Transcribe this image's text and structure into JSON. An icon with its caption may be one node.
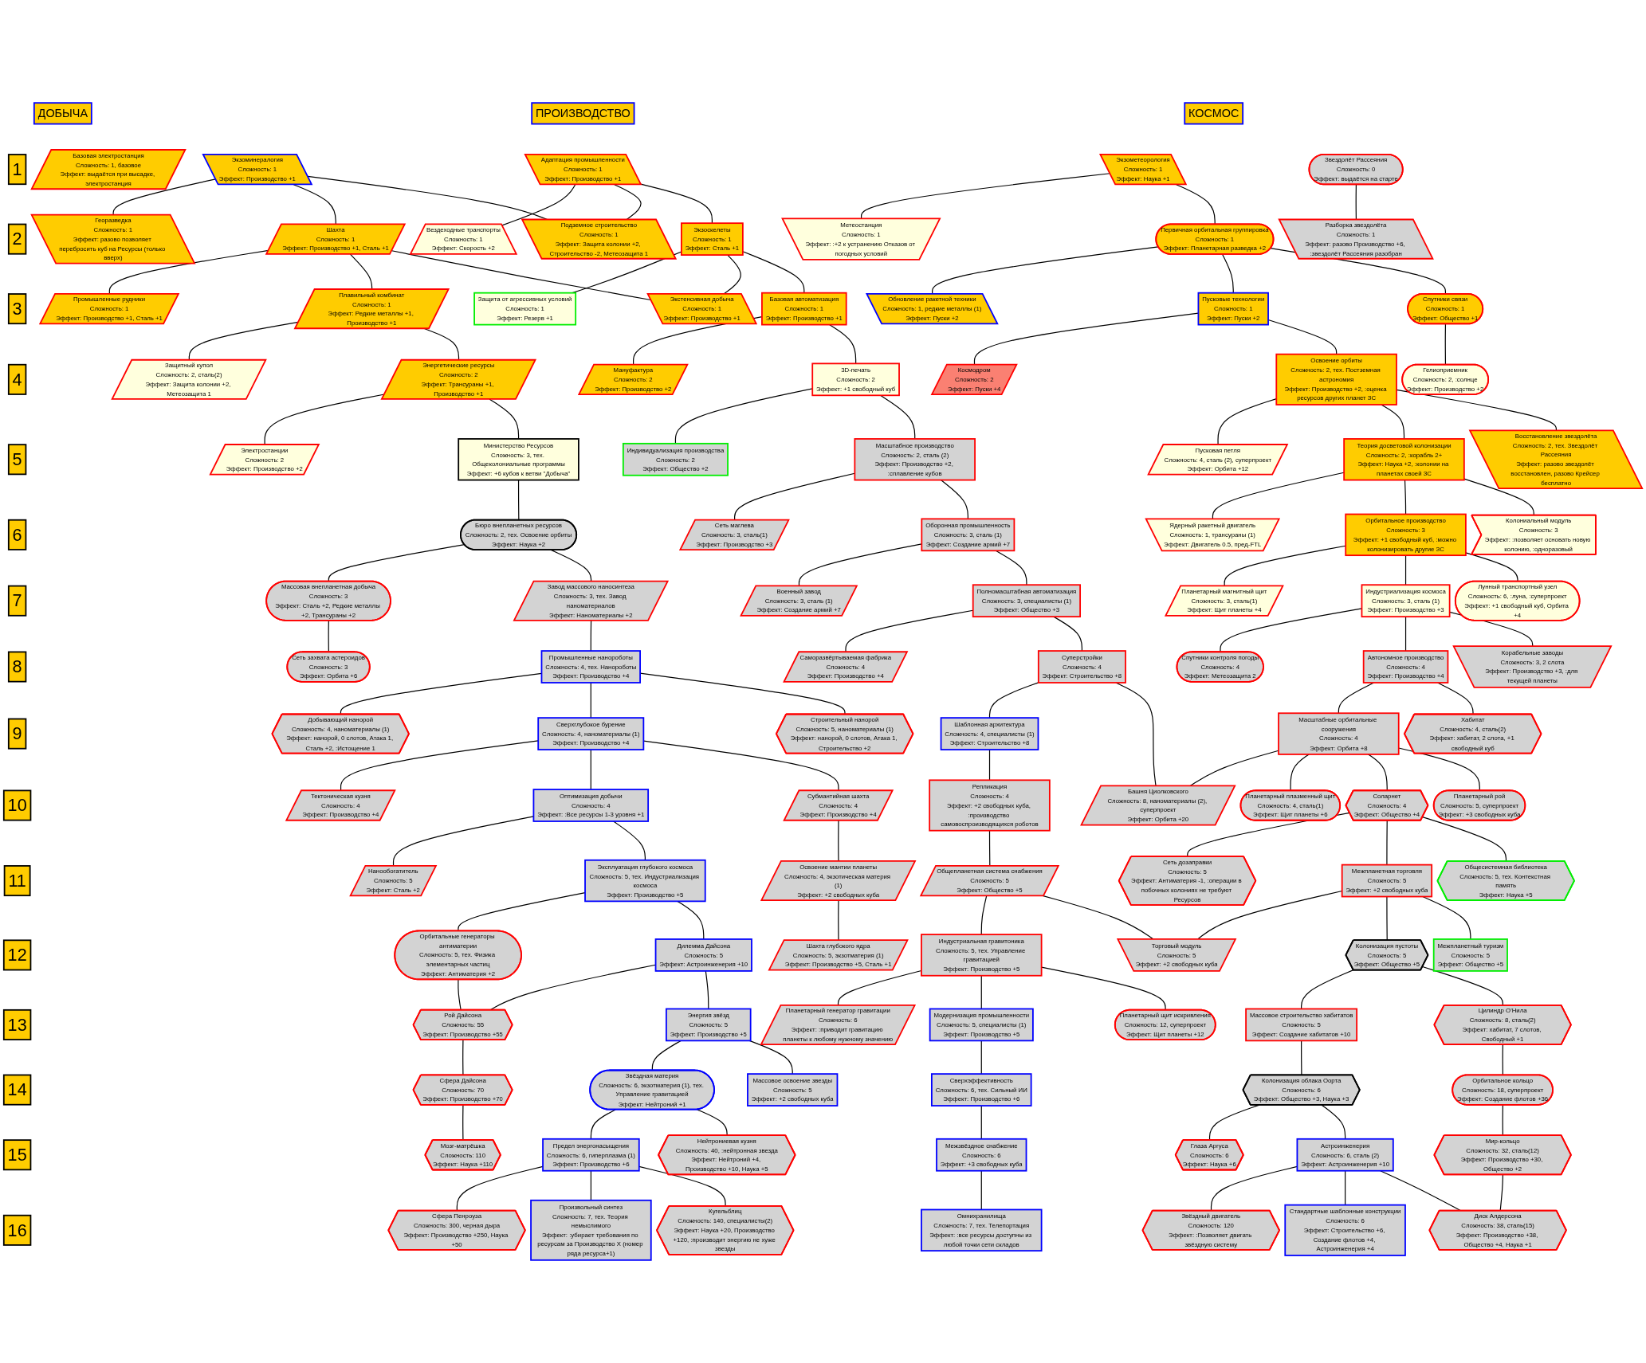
{
  "diagram": {
    "nodes": [
      {
        "text": [
          "ДОБЫЧА"
        ]
      },
      {
        "text": [
          "ПРОИЗВОДСТВО"
        ]
      },
      {
        "text": [
          "КОСМОС"
        ]
      },
      {
        "text": [
          "1"
        ]
      },
      {
        "text": [
          "Базовая электростанция",
          "Сложность: 1, базовое",
          "Эффект: выдаётся при высадке, электростанция"
        ]
      },
      {
        "text": [
          "Экзоминералогия",
          "Сложность: 1",
          "Эффект: Производство +1"
        ]
      },
      {
        "text": [
          "Вездеходные транспорты",
          "Сложность: 1",
          "Эффект: Скорость +2"
        ]
      },
      {
        "text": [
          "Адаптация промышленности",
          "Сложность: 1",
          "Эффект: Производство +1"
        ]
      },
      {
        "text": [
          "Метеостанция",
          "Сложность: 1",
          "Эффект: :+2 к устранению Отказов от погодных условий"
        ]
      },
      {
        "text": [
          "Экзометеорология",
          "Сложность: 1",
          "Эффект: Наука +1"
        ]
      },
      {
        "text": [
          "Звездолёт Рассеяния",
          "Сложность: 0",
          "Эффект: выдаётся на старте"
        ]
      },
      {
        "text": [
          "2"
        ]
      },
      {
        "text": [
          "Георазведка",
          "Сложность: 1",
          "Эффект: разово позволяет перебросить куб на Ресурсы (только вверх)"
        ]
      },
      {
        "text": [
          "Шахта",
          "Сложность: 1",
          "Эффект: Производство +1, Сталь +1"
        ]
      },
      {
        "text": [
          "Подземное строительство",
          "Сложность: 1",
          "Эффект: Защита колонии +2, Строительство -2, Метеозащита 1"
        ]
      },
      {
        "text": [
          "Экзоскелеты",
          "Сложность: 1",
          "Эффект: Сталь +1"
        ]
      },
      {
        "text": [
          "Защита от агрессивных условий",
          "Сложность: 1",
          "Эффект: Резерв +1"
        ]
      },
      {
        "text": [
          "Первичная орбитальная группировка",
          "Сложность: 1",
          "Эффект: Планетарная разведка +2"
        ]
      },
      {
        "text": [
          "Разборка звездолёта",
          "Сложность: 1",
          "Эффект: разово Производство +6, :звездолёт Рассеяния разобран"
        ]
      },
      {
        "text": [
          "3"
        ]
      },
      {
        "text": [
          "Промышленные рудники",
          "Сложность: 1",
          "Эффект: Производство +1, Сталь +1"
        ]
      },
      {
        "text": [
          "Плавильный комбинат",
          "Сложность: 1",
          "Эффект: Редкие металлы +1, Производство +1"
        ]
      },
      {
        "text": [
          "Экстенсивная добыча",
          "Сложность: 1",
          "Эффект: Производство +1"
        ]
      },
      {
        "text": [
          "Базовая автоматизация",
          "Сложность: 1",
          "Эффект: Производство +1"
        ]
      },
      {
        "text": [
          "Обновление ракетной техники",
          "Сложность: 1, редкие металлы (1)",
          "Эффект: Пуски +2"
        ]
      },
      {
        "text": [
          "Пусковые технологии",
          "Сложность: 1",
          "Эффект: Пуски +2"
        ]
      },
      {
        "text": [
          "Спутники связи",
          "Сложность: 1",
          "Эффект: Общество +1"
        ]
      },
      {
        "text": [
          "4"
        ]
      },
      {
        "text": [
          "Защитный купол",
          "Сложность: 2, сталь(2)",
          "Эффект: Защита колонии +2, Метеозащита 1"
        ]
      },
      {
        "text": [
          "Энергетические ресурсы",
          "Сложность: 2",
          "Эффект: Трансураны +1, Производство +1"
        ]
      },
      {
        "text": [
          "Мануфактура",
          "Сложность: 2",
          "Эффект: Производство +2"
        ]
      },
      {
        "text": [
          "3D-печать",
          "Сложность: 2",
          "Эффект: +1 свободный куб"
        ]
      },
      {
        "text": [
          "Космодром",
          "Сложность: 2",
          "Эффект: Пуски +4"
        ]
      },
      {
        "text": [
          "Освоение орбиты",
          "Сложность: 2, тех. Постземная астрономия",
          "Эффект: Производство +2, :оценка ресурсов других планет ЗС"
        ]
      },
      {
        "text": [
          "Гелиоприемник",
          "Сложность: 2, :солнце",
          "Эффект: Производство +2"
        ]
      },
      {
        "text": [
          "5"
        ]
      },
      {
        "text": [
          "Электростанции",
          "Сложность: 2",
          "Эффект: Производство +2"
        ]
      },
      {
        "text": [
          "Министерство Ресурсов",
          "Сложность: 3, тех. Общеколониальные программы",
          "Эффект: +6 кубов к ветви \"Добыча\""
        ]
      },
      {
        "text": [
          "Индивидуализация производства",
          "Сложность: 2",
          "Эффект: Общество +2"
        ]
      },
      {
        "text": [
          "Масштабное производство",
          "Сложность: 2, сталь (2)",
          "Эффект: Производство +2, :сплавление кубов"
        ]
      },
      {
        "text": [
          "Пусковая петля",
          "Сложность: 4, сталь (2), суперпроект",
          "Эффект: Орбита +12"
        ]
      },
      {
        "text": [
          "Теория досветовой колонизации",
          "Сложность: 2, :корабль 2+",
          "Эффект: Наука +2, :колонии на планетах своей ЗС"
        ]
      },
      {
        "text": [
          "Восстановление звездолёта",
          "Сложность: 2, тех. Звездолёт Рассеяния",
          "Эффект: разово звездолёт восстановлен, разово Крейсер бесплатно"
        ]
      },
      {
        "text": [
          "6"
        ]
      },
      {
        "text": [
          "Бюро внепланетных ресурсов",
          "Сложность: 2, тех. Освоение орбиты",
          "Эффект: Наука +2"
        ]
      },
      {
        "text": [
          "Сеть маглева",
          "Сложность: 3, сталь(1)",
          "Эффект: Производство +3"
        ]
      },
      {
        "text": [
          "Оборонная промышленность",
          "Сложность: 3, сталь (1)",
          "Эффект: Создание армий +7"
        ]
      },
      {
        "text": [
          "Ядерный ракетный двигатель",
          "Сложность: 1, трансураны (1)",
          "Эффект: Двигатель 0.5, пред-FTL"
        ]
      },
      {
        "text": [
          "Орбитальное производство",
          "Сложность: 3",
          "Эффект: +1 свободный куб, :можно колонизировать другие ЗС"
        ]
      },
      {
        "text": [
          "Колониальный модуль",
          "Сложность: 3",
          "Эффект: :позволяет основать новую колонию, :одноразовый"
        ]
      },
      {
        "text": [
          "7"
        ]
      },
      {
        "text": [
          "Массовая внепланетная добыча",
          "Сложность: 3",
          "Эффект: Сталь +2, Редкие металлы +2, Трансураны +2"
        ]
      },
      {
        "text": [
          "Завод массового наносинтеза",
          "Сложность: 3, тех. Завод наноматериалов",
          "Эффект: Наноматериалы +2"
        ]
      },
      {
        "text": [
          "Военный завод",
          "Сложность: 3, сталь (1)",
          "Эффект: Создание армий +7"
        ]
      },
      {
        "text": [
          "Полномасштабная автоматизация",
          "Сложность: 3, специалисты (1)",
          "Эффект: Общество +3"
        ]
      },
      {
        "text": [
          "Планетарный магнитный щит",
          "Сложность: 3, сталь(1)",
          "Эффект: Щит планеты +4"
        ]
      },
      {
        "text": [
          "Индустриализация космоса",
          "Сложность: 3, сталь (1)",
          "Эффект: Производство +3"
        ]
      },
      {
        "text": [
          "Лунный транспортный узел",
          "Сложность: 6, :луна, :суперпроект",
          "Эффект: +1 свободный куб, Орбита +4"
        ]
      },
      {
        "text": [
          "8"
        ]
      },
      {
        "text": [
          "Сеть захвата астероидов",
          "Сложность: 3",
          "Эффект: Орбита +6"
        ]
      },
      {
        "text": [
          "Промышленные нанороботы",
          "Сложность: 4, тех. Нанороботы",
          "Эффект: Производство +4"
        ]
      },
      {
        "text": [
          "Саморазвёртываемая фабрика",
          "Сложность: 4",
          "Эффект: Производство +4"
        ]
      },
      {
        "text": [
          "Суперстройки",
          "Сложность: 4",
          "Эффект: Строительство +8"
        ]
      },
      {
        "text": [
          "Спутники контроля погоды",
          "Сложность: 4",
          "Эффект: Метеозащита 2"
        ]
      },
      {
        "text": [
          "Автономное производство",
          "Сложность: 4",
          "Эффект: Производство +4"
        ]
      },
      {
        "text": [
          "Корабельные заводы",
          "Сложность: 3, 2 слота",
          "Эффект: Производство +3, :для текущей планеты"
        ]
      },
      {
        "text": [
          "9"
        ]
      },
      {
        "text": [
          "Добывающий нанорой",
          "Сложность: 4, наноматериалы (1)",
          "Эффект: нанорой, 0 слотов, Атака 1, Сталь +2, :Истощение 1"
        ]
      },
      {
        "text": [
          "Сверхглубокое бурение",
          "Сложность: 4, наноматериалы (1)",
          "Эффект: Производство +4"
        ]
      },
      {
        "text": [
          "Строительный нанорой",
          "Сложность: 5, наноматериалы (1)",
          "Эффект: нанорой, 0 слотов, Атака 1, Строительство +2"
        ]
      },
      {
        "text": [
          "Шаблонная архитектура",
          "Сложность: 4, специалисты (1)",
          "Эффект: Строительство +8"
        ]
      },
      {
        "text": [
          "Башня Циолковского",
          "Сложность: 8, наноматериалы (2), суперпроект",
          "Эффект: Орбита +20"
        ]
      },
      {
        "text": [
          "Масштабные орбитальные сооружения",
          "Сложность: 4",
          "Эффект: Орбита +8"
        ]
      },
      {
        "text": [
          "Хабитат",
          "Сложность: 4, сталь(2)",
          "Эффект: хабитат, 2 слота, +1 свободный куб"
        ]
      },
      {
        "text": [
          "10"
        ]
      },
      {
        "text": [
          "Тектоническая кузня",
          "Сложность: 4",
          "Эффект: Производство +4"
        ]
      },
      {
        "text": [
          "Оптимизация добычи",
          "Сложность: 4",
          "Эффект: :Все ресурсы 1-3 уровня +1"
        ]
      },
      {
        "text": [
          "Субмантийная шахта",
          "Сложность: 4",
          "Эффект: Производство +4"
        ]
      },
      {
        "text": [
          "Репликация",
          "Сложность: 4",
          "Эффект: +2 свободных куба, :производство самовоспроизводящихся роботов"
        ]
      },
      {
        "text": [
          "Планетарный плазменный щит",
          "Сложность: 4, сталь(1)",
          "Эффект: Щит планеты +6"
        ]
      },
      {
        "text": [
          "Соларнет",
          "Сложность: 4",
          "Эффект: Общество +4"
        ]
      },
      {
        "text": [
          "Планетарный рой",
          "Сложность: 5, суперпроект",
          "Эффект: +3 свободных куба"
        ]
      },
      {
        "text": [
          "11"
        ]
      },
      {
        "text": [
          "Нанообогатитель",
          "Сложность: 5",
          "Эффект: Сталь +2"
        ]
      },
      {
        "text": [
          "Эксплуатация глубокого космоса",
          "Сложность: 5, тех. Индустриализация космоса",
          "Эффект: Производство +5"
        ]
      },
      {
        "text": [
          "Освоение мантии планеты",
          "Сложность: 4, экзотическая материя (1)",
          "Эффект: +2 свободных куба"
        ]
      },
      {
        "text": [
          "Общепланетная система снабжения",
          "Сложность: 5",
          "Эффект: Общество +5"
        ]
      },
      {
        "text": [
          "Сеть дозаправки",
          "Сложность: 5",
          "Эффект: Антиматерия -1, :операции в побочных колониях не требуют Ресурсов"
        ]
      },
      {
        "text": [
          "Межпланетная торговля",
          "Сложность: 5",
          "Эффект: +2 свободных куба"
        ]
      },
      {
        "text": [
          "Общесистемная библиотека",
          "Сложность: 5, тех. Контекстная память",
          "Эффект: Наука +5"
        ]
      },
      {
        "text": [
          "12"
        ]
      },
      {
        "text": [
          "Орбитальные генераторы антиматерии",
          "Сложность: 5, тех. Физика элементарных частиц",
          "Эффект: Антиматерия +2"
        ]
      },
      {
        "text": [
          "Дилемма Дайсона",
          "Сложность: 5",
          "Эффект: Астроинженерия +10"
        ]
      },
      {
        "text": [
          "Шахта глубокого ядра",
          "Сложность: 5, экзотматерия (1)",
          "Эффект: Производство +5, Сталь +1"
        ]
      },
      {
        "text": [
          "Индустриальная гравитоника",
          "Сложность: 5, тех. Управление гравитацией",
          "Эффект: Производство +5"
        ]
      },
      {
        "text": [
          "Торговый модуль",
          "Сложность: 5",
          "Эффект: +2 свободных куба"
        ]
      },
      {
        "text": [
          "Колонизация пустоты",
          "Сложность: 5",
          "Эффект: Общество +5"
        ]
      },
      {
        "text": [
          "Межпланетный туризм",
          "Сложность: 5",
          "Эффект: Общество +5"
        ]
      },
      {
        "text": [
          "13"
        ]
      },
      {
        "text": [
          "Рой Дайсона",
          "Сложность: 55",
          "Эффект: Производство +55"
        ]
      },
      {
        "text": [
          "Энергия звёзд",
          "Сложность: 5",
          "Эффект: Производство +5"
        ]
      },
      {
        "text": [
          "Планетарный генератор гравитации",
          "Сложность: 6",
          "Эффект: :приводит гравитацию планеты к любому нужному значению"
        ]
      },
      {
        "text": [
          "Модернизация промышленности",
          "Сложность: 5, специалисты (1)",
          "Эффект: Производство +5"
        ]
      },
      {
        "text": [
          "Планетарный щит искривления",
          "Сложность: 12, суперпроект",
          "Эффект: Щит планеты +12"
        ]
      },
      {
        "text": [
          "Массовое строительство хабитатов",
          "Сложность: 5",
          "Эффект: Создание хабитатов +10"
        ]
      },
      {
        "text": [
          "Цилиндр О'Нила",
          "Сложность: 8, сталь(2)",
          "Эффект: хабитат, 7 слотов, Свободный +1"
        ]
      },
      {
        "text": [
          "14"
        ]
      },
      {
        "text": [
          "Сфера Дайсона",
          "Сложность: 70",
          "Эффект: Производство +70"
        ]
      },
      {
        "text": [
          "Звёздная материя",
          "Сложность: 6, экзотматерия (1), тех. Управление гравитацией",
          "Эффект: Нейтроний +1"
        ]
      },
      {
        "text": [
          "Массовое освоение звезды",
          "Сложность: 5",
          "Эффект: +2 свободных куба"
        ]
      },
      {
        "text": [
          "Сверхэффективность",
          "Сложность: 6, тех. Сильный ИИ",
          "Эффект: Производство +6"
        ]
      },
      {
        "text": [
          "Колонизация облака Оорта",
          "Сложность: 6",
          "Эффект: Общество +3, Наука +3"
        ]
      },
      {
        "text": [
          "Орбитальное кольцо",
          "Сложность: 18, суперпроект",
          "Эффект: Создание флотов +36"
        ]
      },
      {
        "text": [
          "15"
        ]
      },
      {
        "text": [
          "Мозг-матрёшка",
          "Сложность: 110",
          "Эффект: Наука +110"
        ]
      },
      {
        "text": [
          "Предел энергонасыщения",
          "Сложность: 6, гиперплазма (1)",
          "Эффект: Производство +6"
        ]
      },
      {
        "text": [
          "Нейтрониевая кузня",
          "Сложность: 40, :нейтронная звезда",
          "Эффект: Нейтроний +4, Производство +10, Наука +5"
        ]
      },
      {
        "text": [
          "Межзвёздное снабжение",
          "Сложность: 6",
          "Эффект: +3 свободных куба"
        ]
      },
      {
        "text": [
          "Глаза Аргуса",
          "Сложность: 6",
          "Эффект: Наука +6"
        ]
      },
      {
        "text": [
          "Астроинженерия",
          "Сложность: 6, сталь (2)",
          "Эффект: Астроинженерия +10"
        ]
      },
      {
        "text": [
          "Мир-кольцо",
          "Сложность: 32, сталь(12)",
          "Эффект: Производство +30, Общество +2"
        ]
      },
      {
        "text": [
          "16"
        ]
      },
      {
        "text": [
          "Сфера Пенроуза",
          "Сложность: 300, черная дыра",
          "Эффект: Производство +250, Наука +50"
        ]
      },
      {
        "text": [
          "Произвольный синтез",
          "Сложность: 7, тех. Теория немыслимого",
          "Эффект: :убирает требования по ресурсам за Производство X (номер ряда ресурса+1)"
        ]
      },
      {
        "text": [
          "Кугельблиц",
          "Сложность: 140, специалисты(2)",
          "Эффект: Наука +20, Производство +120, :производит энергию не хуже звезды"
        ]
      },
      {
        "text": [
          "Омнихранилища",
          "Сложность: 7, тех. Телепортация",
          "Эффект: :все ресурсы доступны из любой точки сети складов"
        ]
      },
      {
        "text": [
          "Звёздный двигатель",
          "Сложность: 120",
          "Эффект: :Позволяет двигать звёздную систему"
        ]
      },
      {
        "text": [
          "Стандартные шаблонные конструкции",
          "Сложность: 6",
          "Эффект: Строительство +6, Создание флотов +4, Астроинженерия +4"
        ]
      },
      {
        "text": [
          "Диск Алдерсона",
          "Сложность: 38, сталь(15)",
          "Эффект: Производство +38, Общество +4, Наука +1"
        ]
      }
    ],
    "edges": [
      {
        "from": 5,
        "to": 12,
        "arrow": "none"
      },
      {
        "from": 5,
        "to": 13,
        "arrow": "none"
      },
      {
        "from": 5,
        "to": 14,
        "arrow": "none"
      },
      {
        "from": 7,
        "to": 6,
        "arrow": "none"
      },
      {
        "from": 7,
        "to": 14,
        "arrow": "none"
      },
      {
        "from": 7,
        "to": 15,
        "arrow": "none"
      },
      {
        "from": 9,
        "to": 8,
        "arrow": "none"
      },
      {
        "from": 9,
        "to": 17,
        "arrow": "none"
      },
      {
        "from": 10,
        "to": 18,
        "arrow": "none"
      },
      {
        "from": 13,
        "to": 20,
        "arrow": "none"
      },
      {
        "from": 13,
        "to": 21,
        "arrow": "none"
      },
      {
        "from": 13,
        "to": 22,
        "arrow": "none"
      },
      {
        "from": 15,
        "to": 16,
        "arrow": "none"
      },
      {
        "from": 15,
        "to": 22,
        "arrow": "none"
      },
      {
        "from": 15,
        "to": 23,
        "arrow": "none"
      },
      {
        "from": 17,
        "to": 24,
        "arrow": "none"
      },
      {
        "from": 17,
        "to": 25,
        "arrow": "none"
      },
      {
        "from": 17,
        "to": 26,
        "arrow": "none"
      },
      {
        "from": 21,
        "to": 28,
        "arrow": "none"
      },
      {
        "from": 21,
        "to": 29,
        "arrow": "none"
      },
      {
        "from": 23,
        "to": 30,
        "arrow": "none"
      },
      {
        "from": 23,
        "to": 31,
        "arrow": "none"
      },
      {
        "from": 25,
        "to": 32,
        "arrow": "none"
      },
      {
        "from": 25,
        "to": 33,
        "arrow": "none"
      },
      {
        "from": 26,
        "to": 34,
        "arrow": "none"
      },
      {
        "from": 29,
        "to": 36,
        "arrow": "none"
      },
      {
        "from": 29,
        "to": 37,
        "arrow": "none"
      },
      {
        "from": 31,
        "to": 38,
        "arrow": "none"
      },
      {
        "from": 31,
        "to": 39,
        "arrow": "none"
      },
      {
        "from": 33,
        "to": 40,
        "arrow": "none"
      },
      {
        "from": 33,
        "to": 41,
        "arrow": "none"
      },
      {
        "from": 33,
        "to": 42,
        "arrow": "none"
      },
      {
        "from": 37,
        "to": 44,
        "arrow": "none"
      },
      {
        "from": 39,
        "to": 45,
        "arrow": "none"
      },
      {
        "from": 39,
        "to": 46,
        "arrow": "none"
      },
      {
        "from": 41,
        "to": 47,
        "arrow": "none"
      },
      {
        "from": 41,
        "to": 48,
        "arrow": "none"
      },
      {
        "from": 41,
        "to": 49,
        "arrow": "none"
      },
      {
        "from": 44,
        "to": 51,
        "arrow": "none"
      },
      {
        "from": 44,
        "to": 52,
        "arrow": "none"
      },
      {
        "from": 46,
        "to": 53,
        "arrow": "none"
      },
      {
        "from": 46,
        "to": 54,
        "arrow": "none"
      },
      {
        "from": 48,
        "to": 55,
        "arrow": "none"
      },
      {
        "from": 48,
        "to": 56,
        "arrow": "none"
      },
      {
        "from": 48,
        "to": 57,
        "arrow": "none"
      },
      {
        "from": 51,
        "to": 59,
        "arrow": "none"
      },
      {
        "from": 52,
        "to": 60,
        "arrow": "none"
      },
      {
        "from": 54,
        "to": 61,
        "arrow": "none"
      },
      {
        "from": 54,
        "to": 62,
        "arrow": "none"
      },
      {
        "from": 56,
        "to": 63,
        "arrow": "none"
      },
      {
        "from": 56,
        "to": 64,
        "arrow": "none"
      },
      {
        "from": 56,
        "to": 65,
        "arrow": "none"
      },
      {
        "from": 60,
        "to": 67,
        "arrow": "none"
      },
      {
        "from": 60,
        "to": 68,
        "arrow": "none"
      },
      {
        "from": 60,
        "to": 69,
        "arrow": "none"
      },
      {
        "from": 62,
        "to": 70,
        "arrow": "none"
      },
      {
        "from": 62,
        "to": 71,
        "arrow": "none"
      },
      {
        "from": 64,
        "to": 72,
        "arrow": "none"
      },
      {
        "from": 64,
        "to": 73,
        "arrow": "none"
      },
      {
        "from": 72,
        "to": 71,
        "arrow": "none"
      },
      {
        "from": 68,
        "to": 75,
        "arrow": "none"
      },
      {
        "from": 68,
        "to": 76,
        "arrow": "none"
      },
      {
        "from": 68,
        "to": 77,
        "arrow": "none"
      },
      {
        "from": 70,
        "to": 78,
        "arrow": "none"
      },
      {
        "from": 72,
        "to": 79,
        "arrow": "none"
      },
      {
        "from": 72,
        "to": 80,
        "arrow": "none"
      },
      {
        "from": 72,
        "to": 81,
        "arrow": "none"
      },
      {
        "from": 76,
        "to": 83,
        "arrow": "none"
      },
      {
        "from": 76,
        "to": 84,
        "arrow": "none"
      },
      {
        "from": 77,
        "to": 85,
        "arrow": "none"
      },
      {
        "from": 78,
        "to": 86,
        "arrow": "none"
      },
      {
        "from": 80,
        "to": 87,
        "arrow": "none"
      },
      {
        "from": 80,
        "to": 88,
        "arrow": "none"
      },
      {
        "from": 80,
        "to": 89,
        "arrow": "none"
      },
      {
        "from": 84,
        "to": 91,
        "arrow": "none"
      },
      {
        "from": 84,
        "to": 92,
        "arrow": "none"
      },
      {
        "from": 85,
        "to": 93,
        "arrow": "none"
      },
      {
        "from": 86,
        "to": 94,
        "arrow": "none"
      },
      {
        "from": 86,
        "to": 95,
        "arrow": "none"
      },
      {
        "from": 88,
        "to": 95,
        "arrow": "none"
      },
      {
        "from": 88,
        "to": 96,
        "arrow": "none"
      },
      {
        "from": 88,
        "to": 97,
        "arrow": "none"
      },
      {
        "from": 91,
        "to": 99,
        "arrow": "none"
      },
      {
        "from": 92,
        "to": 99,
        "arrow": "none"
      },
      {
        "from": 92,
        "to": 100,
        "arrow": "none"
      },
      {
        "from": 94,
        "to": 101,
        "arrow": "none"
      },
      {
        "from": 94,
        "to": 102,
        "arrow": "none"
      },
      {
        "from": 94,
        "to": 103,
        "arrow": "none"
      },
      {
        "from": 96,
        "to": 104,
        "arrow": "none"
      },
      {
        "from": 96,
        "to": 105,
        "arrow": "none"
      },
      {
        "from": 99,
        "to": 107,
        "arrow": "none"
      },
      {
        "from": 100,
        "to": 108,
        "arrow": "none"
      },
      {
        "from": 100,
        "to": 109,
        "arrow": "none"
      },
      {
        "from": 102,
        "to": 110,
        "arrow": "none"
      },
      {
        "from": 104,
        "to": 111,
        "arrow": "none"
      },
      {
        "from": 105,
        "to": 112,
        "arrow": "none"
      },
      {
        "from": 107,
        "to": 114,
        "arrow": "none"
      },
      {
        "from": 108,
        "to": 115,
        "arrow": "none"
      },
      {
        "from": 108,
        "to": 116,
        "arrow": "none"
      },
      {
        "from": 110,
        "to": 117,
        "arrow": "none"
      },
      {
        "from": 111,
        "to": 118,
        "arrow": "none"
      },
      {
        "from": 111,
        "to": 119,
        "arrow": "none"
      },
      {
        "from": 112,
        "to": 120,
        "arrow": "none"
      },
      {
        "from": 115,
        "to": 122,
        "arrow": "none"
      },
      {
        "from": 115,
        "to": 123,
        "arrow": "none"
      },
      {
        "from": 115,
        "to": 124,
        "arrow": "none"
      },
      {
        "from": 117,
        "to": 125,
        "arrow": "none"
      },
      {
        "from": 119,
        "to": 126,
        "arrow": "none"
      },
      {
        "from": 119,
        "to": 127,
        "arrow": "none"
      },
      {
        "from": 119,
        "to": 128,
        "arrow": "none"
      },
      {
        "from": 120,
        "to": 128,
        "arrow": "none"
      }
    ]
  }
}
